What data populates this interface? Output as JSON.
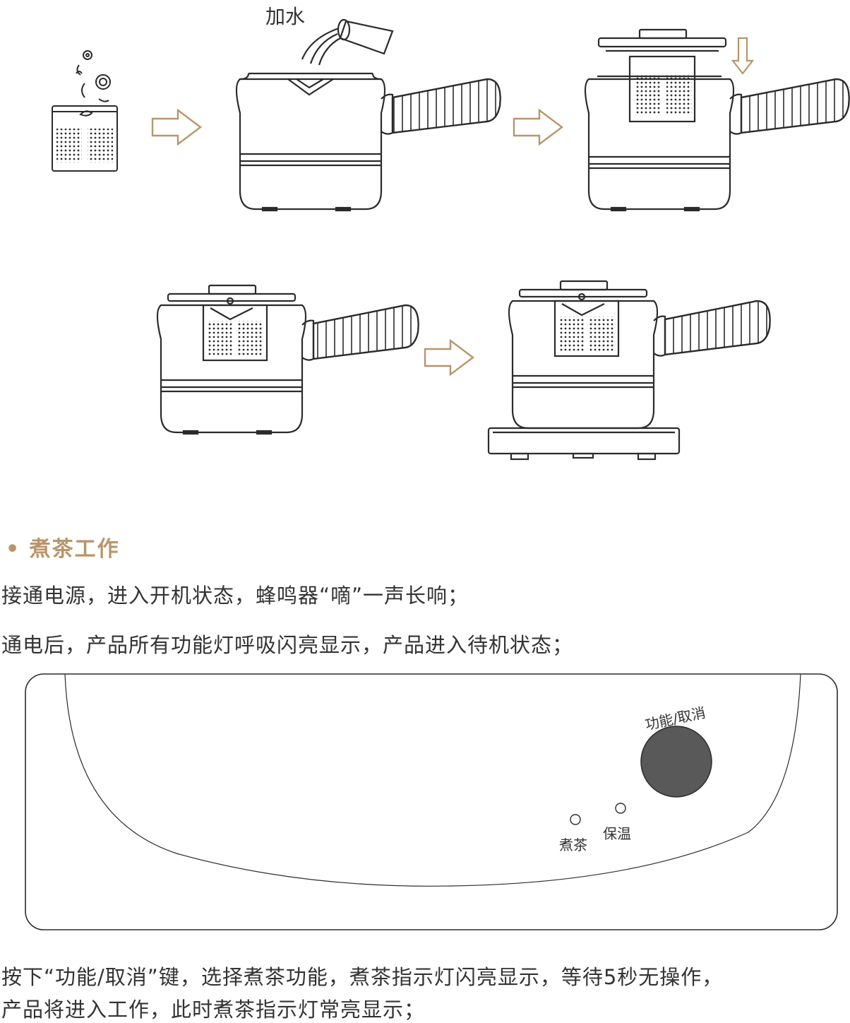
{
  "illustration": {
    "add_water_label": "加水",
    "accent_color": "#b8956a",
    "line_color": "#2b2b2b",
    "arrow_icon": "right-arrow-outline",
    "down_arrow_icon": "down-arrow-outline"
  },
  "section": {
    "heading": "• 煮茶工作"
  },
  "paragraphs": {
    "p1": "接通电源，进入开机状态，蜂鸣器“嘀”一声长响；",
    "p2": "通电后，产品所有功能灯呼吸闪亮显示，产品进入待机状态；",
    "p3_line1": "按下“功能/取消”键，选择煮茶功能，煮茶指示灯闪亮显示，等待5秒无操作，",
    "p3_line2": "产品将进入工作，此时煮茶指示灯常亮显示；"
  },
  "control_panel": {
    "button_label": "功能/取消",
    "button_color": "#595959",
    "led_tea_label": "煮茶",
    "led_warm_label": "保温"
  }
}
